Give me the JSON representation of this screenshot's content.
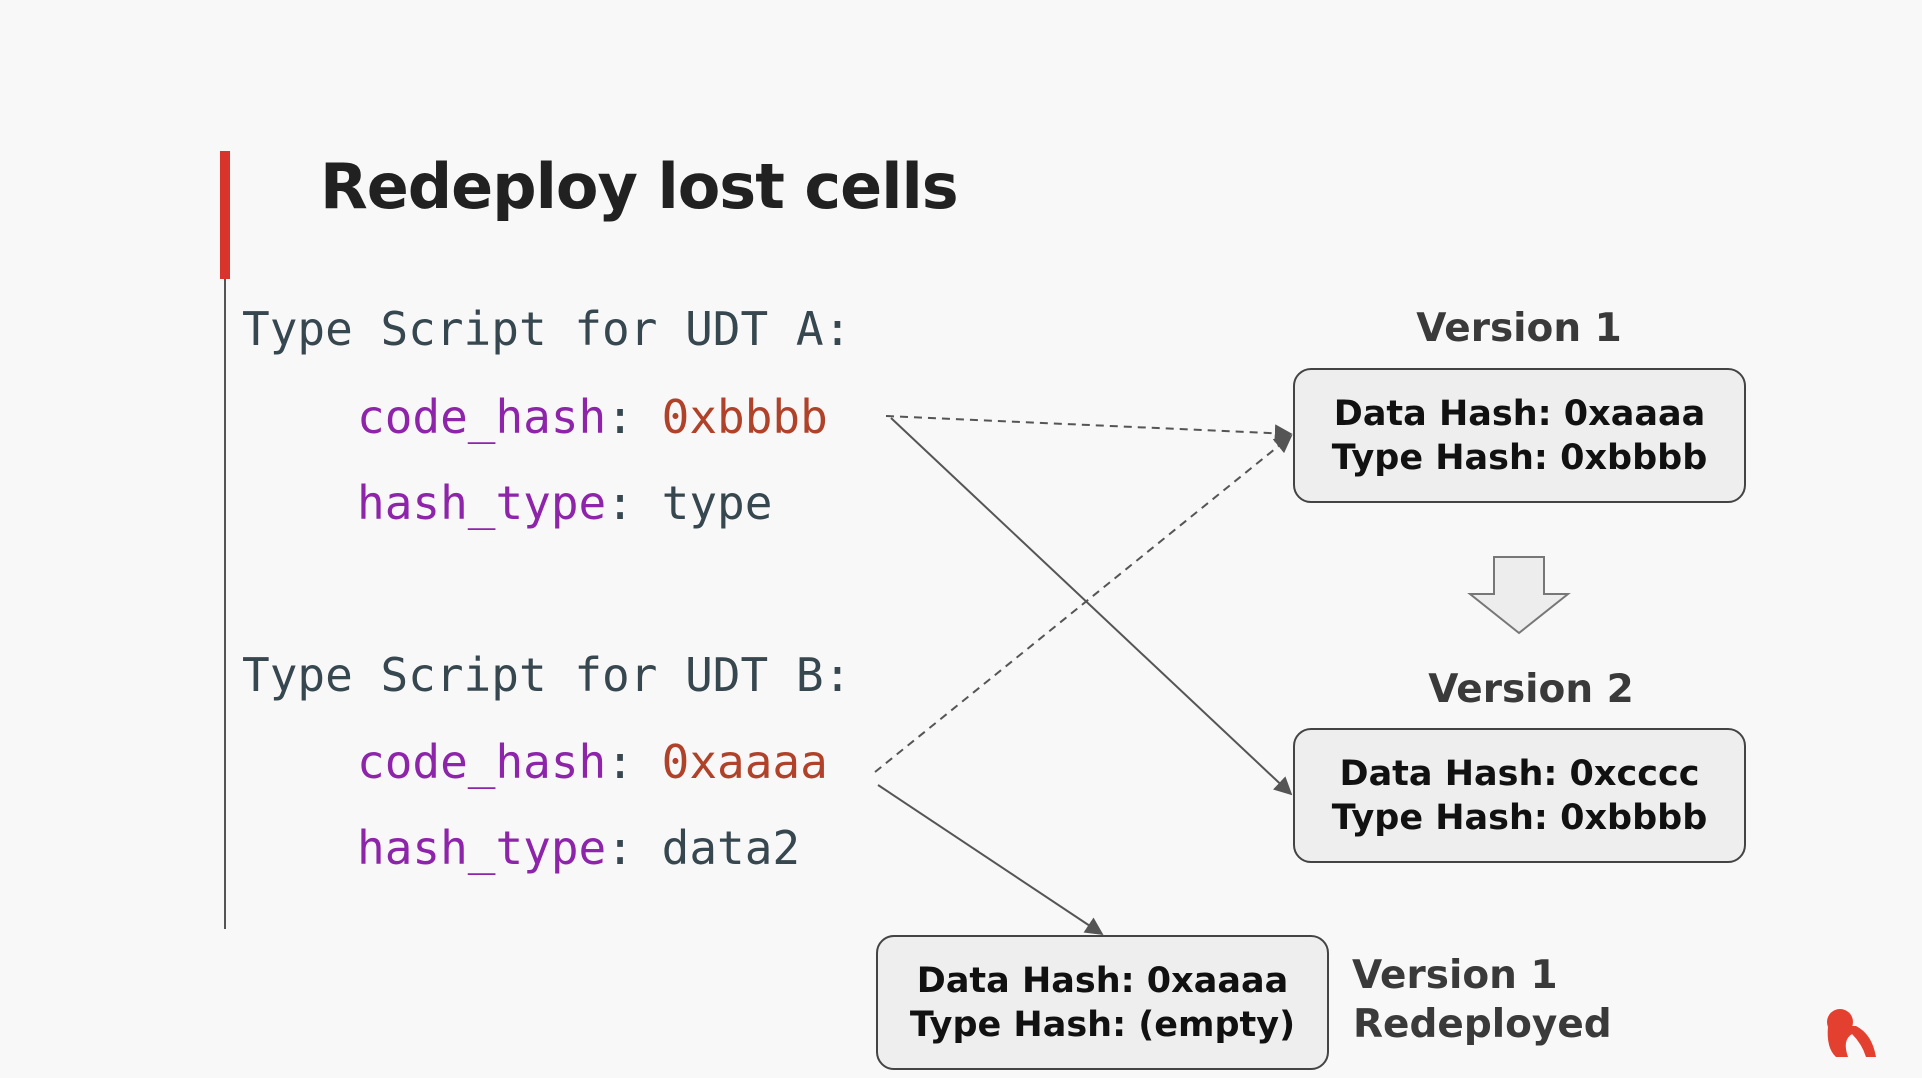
{
  "title": "Redeploy lost cells",
  "udt_a": {
    "header": "Type Script for UDT A:",
    "code_hash_key": "code_hash",
    "code_hash_value": "0xbbbb",
    "hash_type_key": "hash_type",
    "hash_type_value": "type"
  },
  "udt_b": {
    "header": "Type Script for UDT B:",
    "code_hash_key": "code_hash",
    "code_hash_value": "0xaaaa",
    "hash_type_key": "hash_type",
    "hash_type_value": "data2"
  },
  "separator": ":",
  "version1": {
    "label": "Version 1",
    "data_hash": "Data Hash: 0xaaaa",
    "type_hash": "Type Hash: 0xbbbb"
  },
  "version2": {
    "label": "Version 2",
    "data_hash": "Data Hash: 0xcccc",
    "type_hash": "Type Hash: 0xbbbb"
  },
  "redeployed": {
    "label_line1": "Version 1",
    "label_line2": "Redeployed",
    "data_hash": "Data Hash: 0xaaaa",
    "type_hash": "Type Hash: (empty)"
  },
  "colors": {
    "accent": "#d9342b",
    "key": "#8e24aa",
    "value": "#b0422a",
    "text": "#37474f"
  },
  "icons": [
    "logo-icon",
    "down-arrow-icon"
  ]
}
